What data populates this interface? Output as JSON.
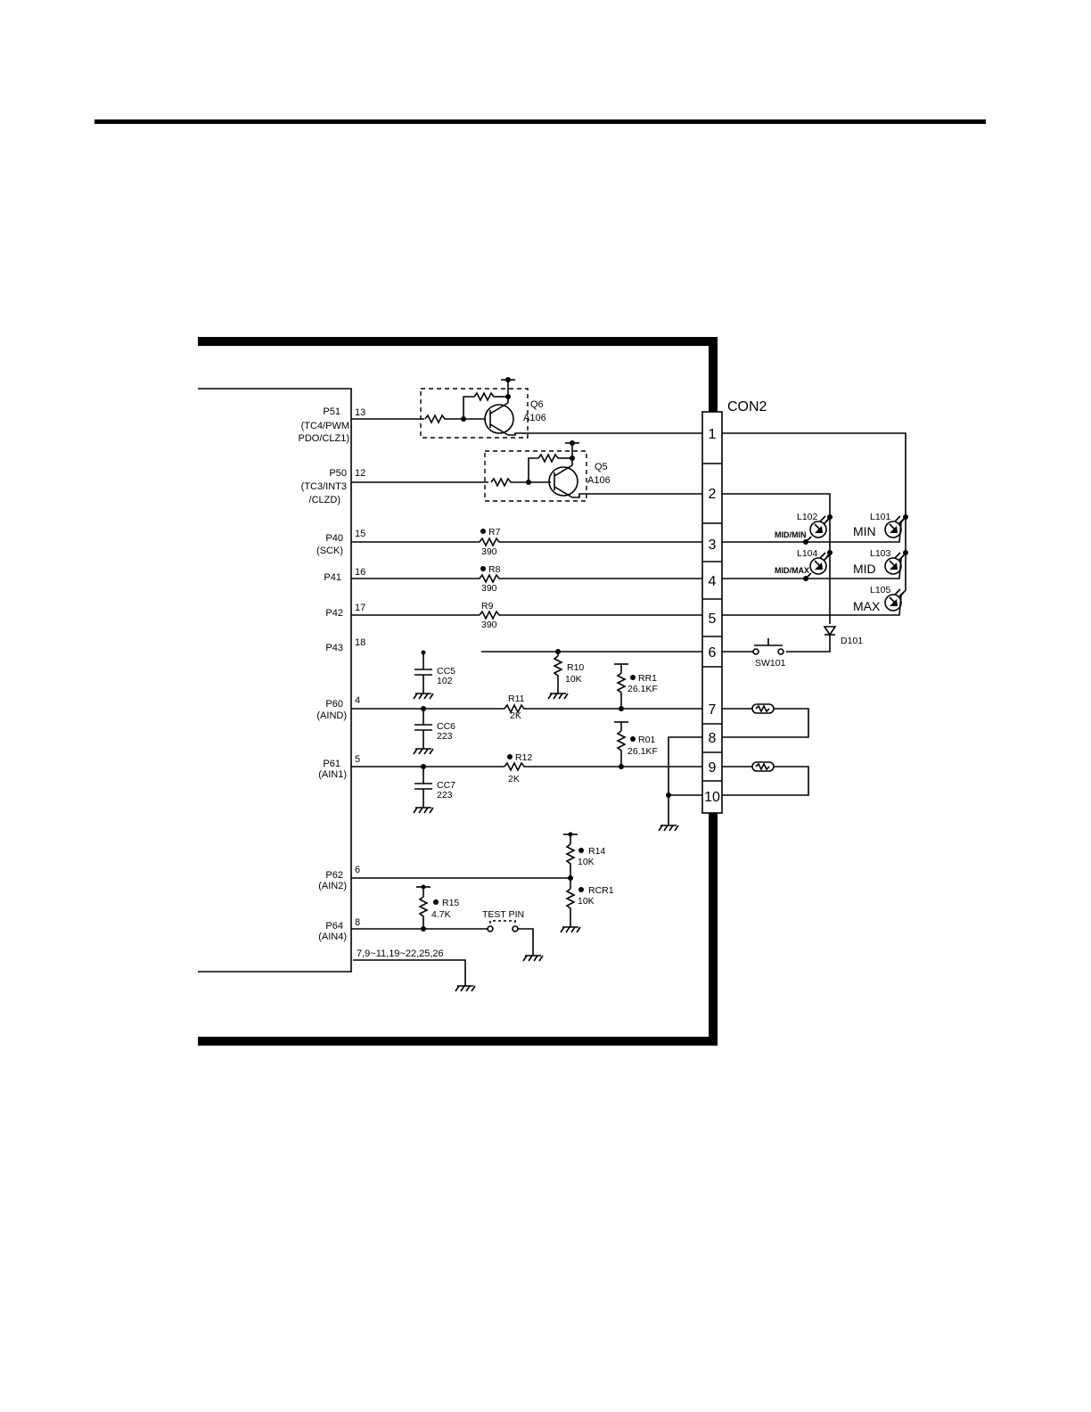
{
  "connector": {
    "name": "CON2",
    "pins": [
      "1",
      "2",
      "3",
      "4",
      "5",
      "6",
      "7",
      "8",
      "9",
      "10"
    ]
  },
  "mcu_pins": {
    "p51": {
      "name": "P51",
      "alt1": "(TC4/PWM",
      "alt2": "PDO/CLZ1)",
      "num": "13"
    },
    "p50": {
      "name": "P50",
      "alt1": "(TC3/INT3",
      "alt2": "/CLZD)",
      "num": "12"
    },
    "p40": {
      "name": "P40",
      "alt1": "(SCK)",
      "num": "15"
    },
    "p41": {
      "name": "P41",
      "num": "16"
    },
    "p42": {
      "name": "P42",
      "num": "17"
    },
    "p43": {
      "name": "P43",
      "num": "18"
    },
    "p60": {
      "name": "P60",
      "alt1": "(AIND)",
      "num": "4"
    },
    "p61": {
      "name": "P61",
      "alt1": "(AIN1)",
      "num": "5"
    },
    "p62": {
      "name": "P62",
      "alt1": "(AIN2)",
      "num": "6"
    },
    "p64": {
      "name": "P64",
      "alt1": "(AIN4)",
      "num": "8"
    },
    "gnd_pins": "7,9~11,19~22,25,26"
  },
  "transistors": {
    "q6": {
      "ref": "Q6",
      "part": "A106"
    },
    "q5": {
      "ref": "Q5",
      "part": "A106"
    }
  },
  "resistors": {
    "r7": {
      "ref": "R7",
      "value": "390"
    },
    "r8": {
      "ref": "R8",
      "value": "390"
    },
    "r9": {
      "ref": "R9",
      "value": "390"
    },
    "r10": {
      "ref": "R10",
      "value": "10K"
    },
    "r11": {
      "ref": "R11",
      "value": "2K"
    },
    "r12": {
      "ref": "R12",
      "value": "2K"
    },
    "rr1": {
      "ref": "RR1",
      "value": "26.1KF"
    },
    "r01": {
      "ref": "R01",
      "value": "26.1KF"
    },
    "r14": {
      "ref": "R14",
      "value": "10K"
    },
    "rcr1": {
      "ref": "RCR1",
      "value": "10K"
    },
    "r15": {
      "ref": "R15",
      "value": "4.7K"
    }
  },
  "capacitors": {
    "cc5": {
      "ref": "CC5",
      "value": "102"
    },
    "cc6": {
      "ref": "CC6",
      "value": "223"
    },
    "cc7": {
      "ref": "CC7",
      "value": "223"
    }
  },
  "leds": {
    "l101": {
      "ref": "L101",
      "label": "MIN"
    },
    "l102": {
      "ref": "L102",
      "label": "MID/MIN"
    },
    "l103": {
      "ref": "L103",
      "label": "MID"
    },
    "l104": {
      "ref": "L104",
      "label": "MID/MAX"
    },
    "l105": {
      "ref": "L105",
      "label": "MAX"
    }
  },
  "diode": {
    "ref": "D101"
  },
  "switch": {
    "ref": "SW101"
  },
  "test_pin": {
    "label": "TEST PIN"
  }
}
